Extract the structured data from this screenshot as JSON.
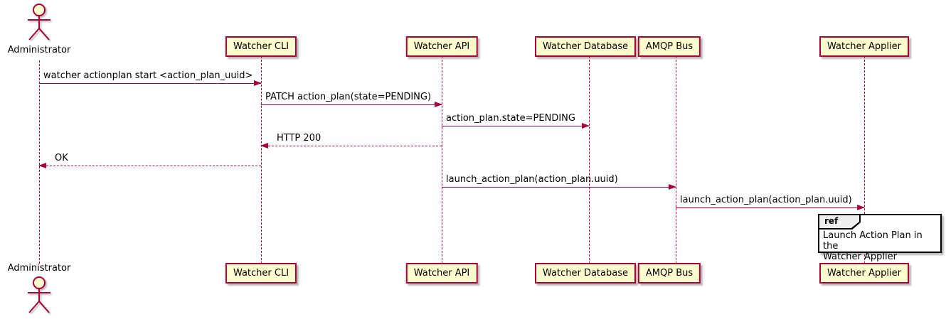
{
  "diagram": {
    "type": "sequence",
    "colors": {
      "accent": "#A80036",
      "participant_fill": "#FEFECE",
      "ref_tab_fill": "#EEEEEE",
      "background": "#FFFFFF"
    },
    "participants": [
      {
        "label": "Administrator",
        "kind": "actor"
      },
      {
        "label": "Watcher CLI",
        "kind": "participant"
      },
      {
        "label": "Watcher API",
        "kind": "participant"
      },
      {
        "label": "Watcher Database",
        "kind": "participant"
      },
      {
        "label": "AMQP Bus",
        "kind": "participant"
      },
      {
        "label": "Watcher Applier",
        "kind": "participant"
      }
    ],
    "messages": [
      {
        "from": "Administrator",
        "to": "Watcher CLI",
        "label": "watcher actionplan start <action_plan_uuid>",
        "style": "solid",
        "direction": "right"
      },
      {
        "from": "Watcher CLI",
        "to": "Watcher API",
        "label": "PATCH action_plan(state=PENDING)",
        "style": "solid",
        "direction": "right"
      },
      {
        "from": "Watcher API",
        "to": "Watcher Database",
        "label": "action_plan.state=PENDING",
        "style": "solid",
        "direction": "right"
      },
      {
        "from": "Watcher API",
        "to": "Watcher CLI",
        "label": "HTTP 200",
        "style": "dashed",
        "direction": "left"
      },
      {
        "from": "Watcher CLI",
        "to": "Administrator",
        "label": "OK",
        "style": "dashed",
        "direction": "left"
      },
      {
        "from": "Watcher API",
        "to": "AMQP Bus",
        "label": "launch_action_plan(action_plan.uuid)",
        "style": "solid",
        "direction": "right"
      },
      {
        "from": "AMQP Bus",
        "to": "Watcher Applier",
        "label": "launch_action_plan(action_plan.uuid)",
        "style": "solid",
        "direction": "right"
      }
    ],
    "ref": {
      "tag": "ref",
      "over": "Watcher Applier",
      "lines": [
        "Launch Action Plan in the",
        "Watcher Applier"
      ]
    }
  }
}
